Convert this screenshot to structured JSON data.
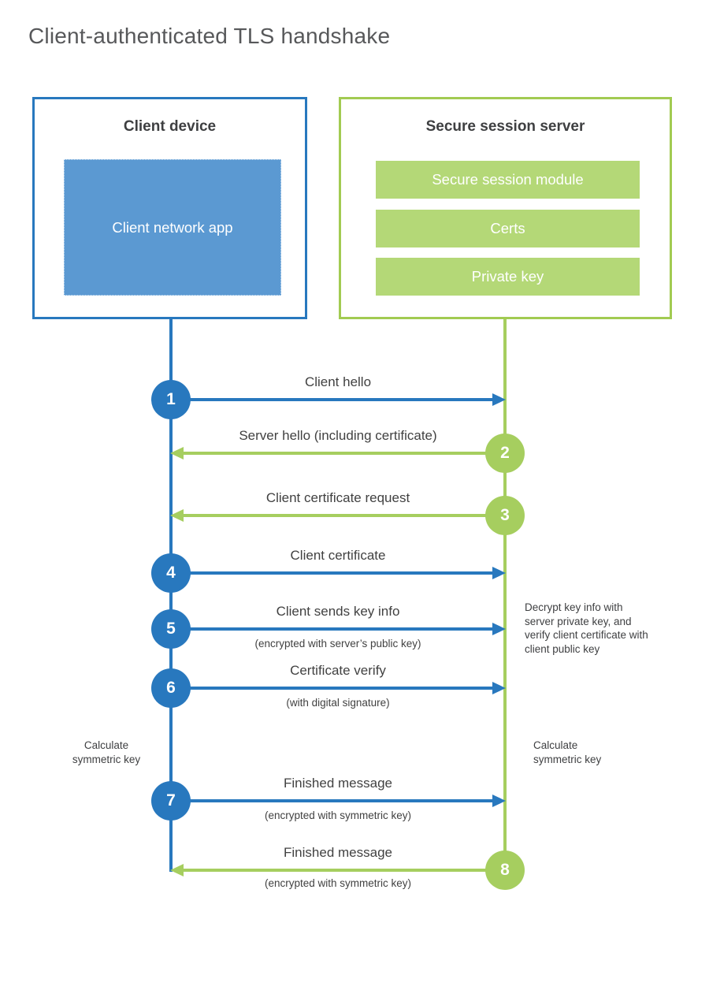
{
  "title": "Client-authenticated TLS handshake",
  "colors": {
    "client_blue": "#2878be",
    "client_app_fill": "#5b99d2",
    "server_green": "#a6ce5f",
    "server_bar_fill": "#b4d877",
    "server_border": "#a2cb52",
    "text_dark": "#414141"
  },
  "client": {
    "title": "Client device",
    "app_label": "Client network app"
  },
  "server": {
    "title": "Secure session server",
    "modules": [
      "Secure session module",
      "Certs",
      "Private key"
    ]
  },
  "messages": [
    {
      "num": "1",
      "label": "Client hello",
      "direction": "right",
      "color": "blue"
    },
    {
      "num": "2",
      "label": "Server hello (including certificate)",
      "direction": "left",
      "color": "green"
    },
    {
      "num": "3",
      "label": "Client certificate request",
      "direction": "left",
      "color": "green"
    },
    {
      "num": "4",
      "label": "Client certificate",
      "direction": "right",
      "color": "blue"
    },
    {
      "num": "5",
      "label": "Client sends key info",
      "sub": "(encrypted with server’s public key)",
      "direction": "right",
      "color": "blue"
    },
    {
      "num": "6",
      "label": "Certificate verify",
      "sub": "(with digital signature)",
      "direction": "right",
      "color": "blue"
    },
    {
      "num": "7",
      "label": "Finished message",
      "sub": "(encrypted with symmetric key)",
      "direction": "right",
      "color": "blue"
    },
    {
      "num": "8",
      "label": "Finished message",
      "sub": "(encrypted with symmetric key)",
      "direction": "left",
      "color": "green"
    }
  ],
  "notes": {
    "decrypt": "Decrypt key info with server private key, and verify client certificate with client public key",
    "calc_left": "Calculate symmetric key",
    "calc_right": "Calculate symmetric key"
  }
}
